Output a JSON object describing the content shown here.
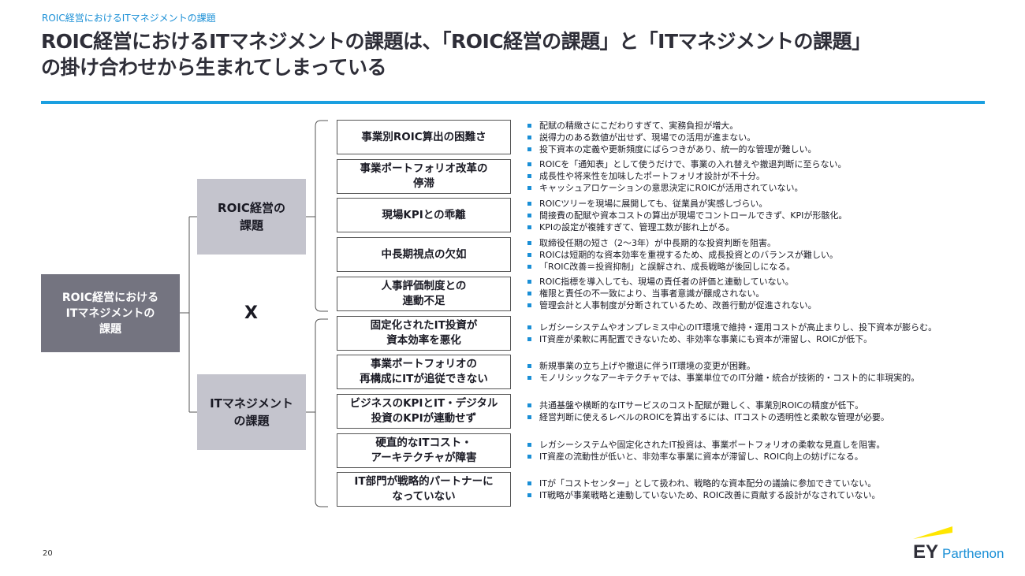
{
  "breadcrumb": "ROIC経営におけるITマネジメントの課題",
  "title": "ROIC経営におけるITマネジメントの課題は、「ROIC経営の課題」と「ITマネジメントの課題」\nの掛け合わせから生まれてしまっている",
  "root": "ROIC経営における\nITマネジメントの\n課題",
  "categories": [
    "ROIC経営の\n課題",
    "ITマネジメント\nの課題"
  ],
  "cross": "X",
  "issues": [
    {
      "label": "事業別ROIC算出の困難さ",
      "bullets": [
        "配賦の精緻さにこだわりすぎて、実務負担が増大。",
        "説得力のある数値が出せず、現場での活用が進まない。",
        "投下資本の定義や更新頻度にばらつきがあり、統一的な管理が難しい。"
      ]
    },
    {
      "label": "事業ポートフォリオ改革の\n停滞",
      "bullets": [
        "ROICを「通知表」として使うだけで、事業の入れ替えや撤退判断に至らない。",
        "成長性や将来性を加味したポートフォリオ設計が不十分。",
        "キャッシュアロケーションの意思決定にROICが活用されていない。"
      ]
    },
    {
      "label": "現場KPIとの乖離",
      "bullets": [
        "ROICツリーを現場に展開しても、従業員が実感しづらい。",
        "間接費の配賦や資本コストの算出が現場でコントロールできず、KPIが形骸化。",
        "KPIの設定が複雑すぎて、管理工数が膨れ上がる。"
      ]
    },
    {
      "label": "中長期視点の欠如",
      "bullets": [
        "取締役任期の短さ（2～3年）が中長期的な投資判断を阻害。",
        "ROICは短期的な資本効率を重視するため、成長投資とのバランスが難しい。",
        "「ROIC改善＝投資抑制」と誤解され、成長戦略が後回しになる。"
      ]
    },
    {
      "label": "人事評価制度との\n連動不足",
      "bullets": [
        "ROIC指標を導入しても、現場の責任者の評価と連動していない。",
        "権限と責任の不一致により、当事者意識が醸成されない。",
        "管理会計と人事制度が分断されているため、改善行動が促進されない。"
      ]
    },
    {
      "label": "固定化されたIT投資が\n資本効率を悪化",
      "bullets": [
        "レガシーシステムやオンプレミス中心のIT環境で維持・運用コストが高止まりし、投下資本が膨らむ。",
        "IT資産が柔軟に再配置できないため、非効率な事業にも資本が滞留し、ROICが低下。"
      ]
    },
    {
      "label": "事業ポートフォリオの\n再構成にITが追従できない",
      "bullets": [
        "新規事業の立ち上げや撤退に伴うIT環境の変更が困難。",
        "モノリシックなアーキテクチャでは、事業単位でのIT分離・統合が技術的・コスト的に非現実的。"
      ]
    },
    {
      "label": "ビジネスのKPIとIT・デジタル\n投資のKPIが連動せず",
      "bullets": [
        "共通基盤や横断的なITサービスのコスト配賦が難しく、事業別ROICの精度が低下。",
        "経営判断に使えるレベルのROICを算出するには、ITコストの透明性と柔軟な管理が必要。"
      ]
    },
    {
      "label": "硬直的なITコスト・\nアーキテクチャが障害",
      "bullets": [
        "レガシーシステムや固定化されたIT投資は、事業ポートフォリオの柔軟な見直しを阻害。",
        "IT資産の流動性が低いと、非効率な事業に資本が滞留し、ROIC向上の妨げになる。"
      ]
    },
    {
      "label": "IT部門が戦略的パートナーに\nなっていない",
      "bullets": [
        "ITが「コストセンター」として扱われ、戦略的な資本配分の議論に参加できていない。",
        "IT戦略が事業戦略と連動していないため、ROIC改善に貢献する設計がなされていない。"
      ]
    }
  ],
  "page_number": "20",
  "logo": {
    "ey": "EY",
    "brand": "Parthenon"
  },
  "colors": {
    "accent": "#1a9fe0",
    "root_bg": "#747480",
    "category_bg": "#c4c4cd",
    "logo_yellow": "#ffe600"
  }
}
